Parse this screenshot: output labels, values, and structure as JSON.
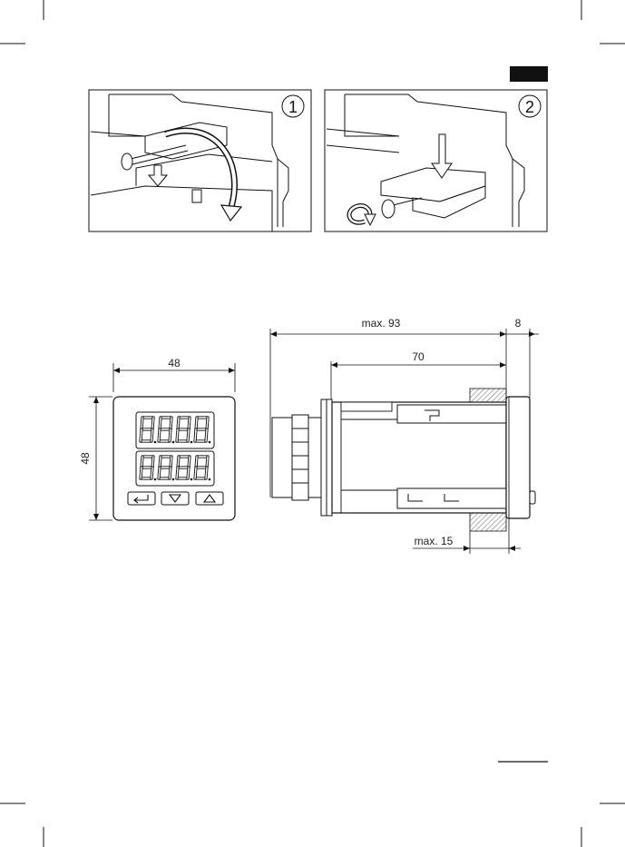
{
  "figure_top": {
    "step1_number": "1",
    "step2_number": "2"
  },
  "dimensions": {
    "front_width": "48",
    "front_height": "48",
    "max_length": "max. 93",
    "body_length": "70",
    "bezel_depth": "8",
    "panel_thickness": "max. 15"
  },
  "display": {
    "top_digits": [
      "8",
      "8",
      "8",
      "8"
    ],
    "bottom_digits": [
      "8",
      "8",
      "8",
      "8"
    ]
  },
  "icons": [
    "enter-key-icon",
    "arrow-down-icon",
    "arrow-up-icon",
    "rotate-arrow-icon",
    "down-arrow-icon"
  ],
  "colors": {
    "line": "#111111",
    "tab": "#111111"
  }
}
